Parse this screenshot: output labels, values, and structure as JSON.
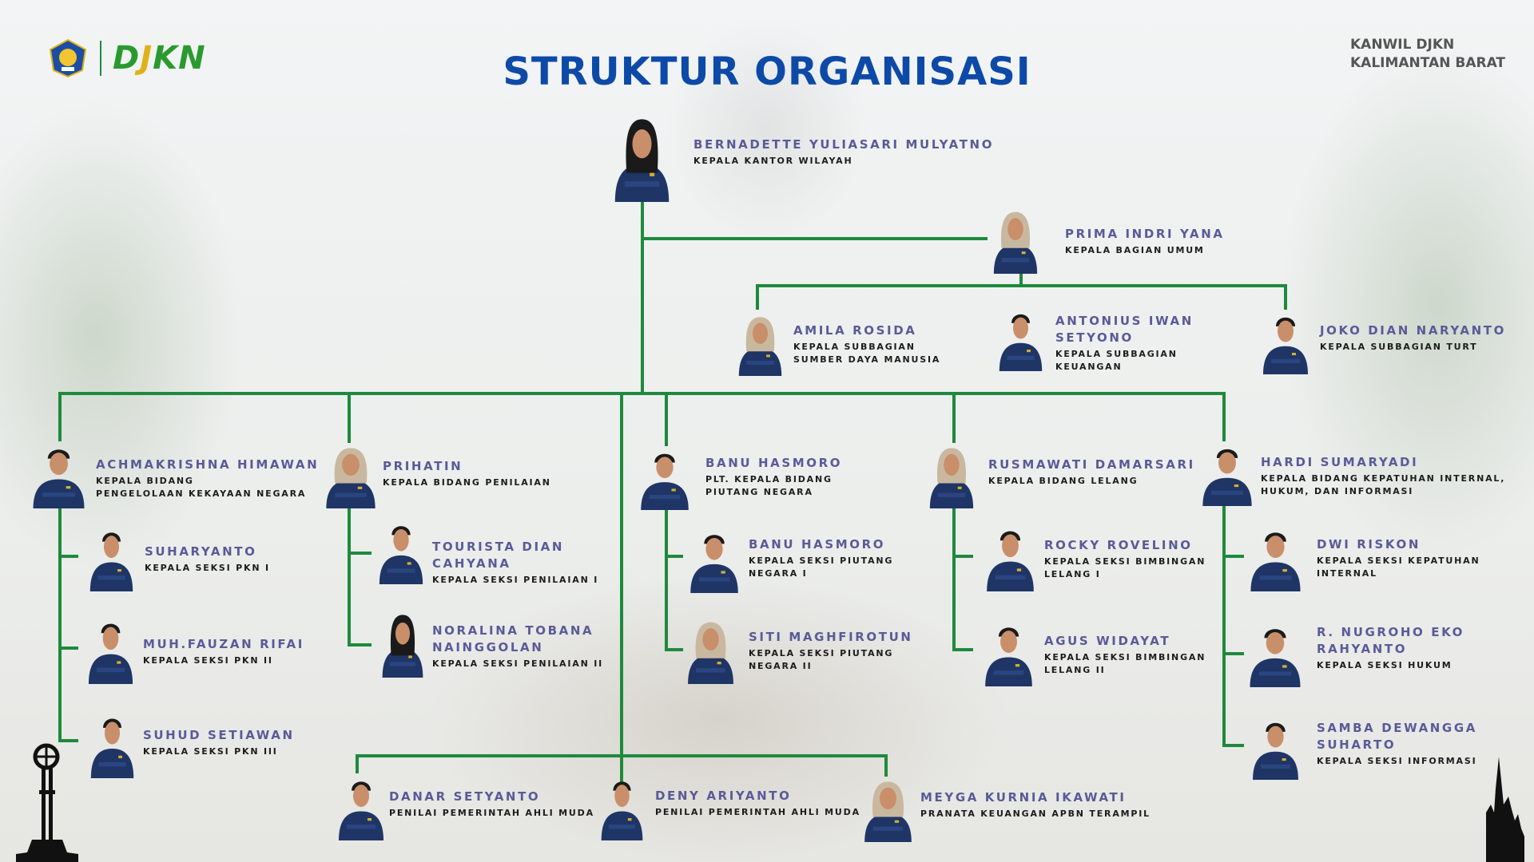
{
  "header": {
    "logo_text": "DJKN",
    "title": "STRUKTUR ORGANISASI",
    "office_line1": "KANWIL DJKN",
    "office_line2": "KALIMANTAN BARAT"
  },
  "colors": {
    "title": "#0d4aa8",
    "name": "#5a5a98",
    "connector": "#1e8a3c",
    "brand_green": "#2a9a2f"
  },
  "people": [
    {
      "name": [
        "BERNADETTE YULIASARI MULYATNO"
      ],
      "role": [
        "KEPALA KANTOR WILAYAH"
      ]
    },
    {
      "name": [
        "PRIMA INDRI YANA"
      ],
      "role": [
        "KEPALA BAGIAN UMUM"
      ]
    },
    {
      "name": [
        "AMILA ROSIDA"
      ],
      "role": [
        "KEPALA SUBBAGIAN",
        "SUMBER DAYA MANUSIA"
      ]
    },
    {
      "name": [
        "ANTONIUS IWAN",
        "SETYONO"
      ],
      "role": [
        "KEPALA SUBBAGIAN",
        "KEUANGAN"
      ]
    },
    {
      "name": [
        "JOKO DIAN NARYANTO"
      ],
      "role": [
        "KEPALA SUBBAGIAN TURT"
      ]
    },
    {
      "name": [
        "ACHMAKRISHNA HIMAWAN"
      ],
      "role": [
        "KEPALA BIDANG",
        "PENGELOLAAN KEKAYAAN NEGARA"
      ]
    },
    {
      "name": [
        "SUHARYANTO"
      ],
      "role": [
        "KEPALA SEKSI PKN I"
      ]
    },
    {
      "name": [
        "MUH.FAUZAN RIFAI"
      ],
      "role": [
        "KEPALA SEKSI PKN II"
      ]
    },
    {
      "name": [
        "SUHUD SETIAWAN"
      ],
      "role": [
        "KEPALA SEKSI PKN III"
      ]
    },
    {
      "name": [
        "PRIHATIN"
      ],
      "role": [
        "KEPALA BIDANG PENILAIAN"
      ]
    },
    {
      "name": [
        "TOURISTA DIAN",
        "CAHYANA"
      ],
      "role": [
        "KEPALA SEKSI PENILAIAN I"
      ]
    },
    {
      "name": [
        "NORALINA TOBANA",
        "NAINGGOLAN"
      ],
      "role": [
        "KEPALA SEKSI PENILAIAN II"
      ]
    },
    {
      "name": [
        "BANU HASMORO"
      ],
      "role": [
        "PLT. KEPALA BIDANG",
        "PIUTANG NEGARA"
      ]
    },
    {
      "name": [
        "BANU HASMORO"
      ],
      "role": [
        "KEPALA SEKSI PIUTANG",
        "NEGARA I"
      ]
    },
    {
      "name": [
        "SITI MAGHFIROTUN"
      ],
      "role": [
        "KEPALA SEKSI PIUTANG",
        "NEGARA II"
      ]
    },
    {
      "name": [
        "RUSMAWATI DAMARSARI"
      ],
      "role": [
        "KEPALA BIDANG LELANG"
      ]
    },
    {
      "name": [
        "ROCKY ROVELINO"
      ],
      "role": [
        "KEPALA SEKSI BIMBINGAN",
        "LELANG I"
      ]
    },
    {
      "name": [
        "AGUS WIDAYAT"
      ],
      "role": [
        "KEPALA SEKSI BIMBINGAN",
        "LELANG II"
      ]
    },
    {
      "name": [
        "HARDI SUMARYADI"
      ],
      "role": [
        "KEPALA BIDANG KEPATUHAN INTERNAL,",
        "HUKUM, DAN INFORMASI"
      ]
    },
    {
      "name": [
        "DWI RISKON"
      ],
      "role": [
        "KEPALA SEKSI KEPATUHAN",
        "INTERNAL"
      ]
    },
    {
      "name": [
        "R. NUGROHO EKO",
        "RAHYANTO"
      ],
      "role": [
        "KEPALA SEKSI HUKUM"
      ]
    },
    {
      "name": [
        "SAMBA DEWANGGA",
        "SUHARTO"
      ],
      "role": [
        "KEPALA SEKSI INFORMASI"
      ]
    },
    {
      "name": [
        "DANAR SETYANTO"
      ],
      "role": [
        "PENILAI PEMERINTAH AHLI MUDA"
      ]
    },
    {
      "name": [
        "DENY ARIYANTO"
      ],
      "role": [
        "PENILAI PEMERINTAH AHLI MUDA"
      ]
    },
    {
      "name": [
        "MEYGA KURNIA IKAWATI"
      ],
      "role": [
        "PRANATA KEUANGAN APBN TERAMPIL"
      ]
    }
  ]
}
